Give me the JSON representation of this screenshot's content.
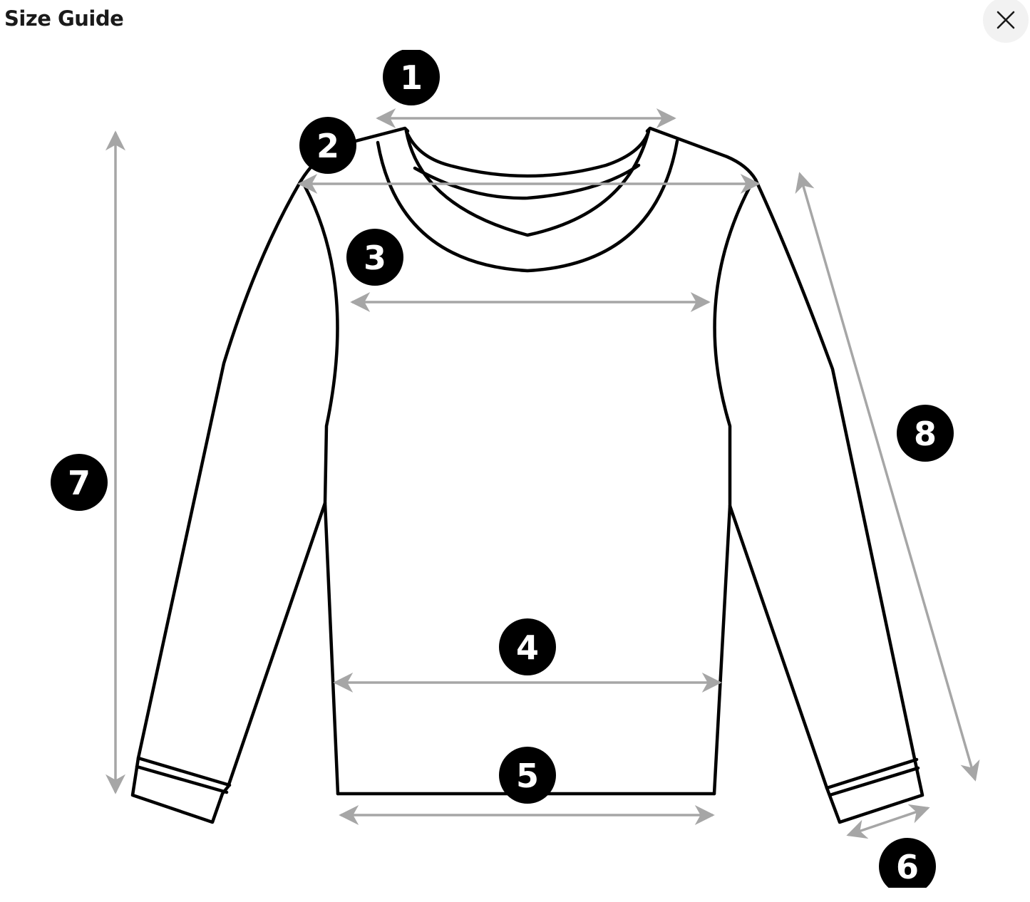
{
  "modal": {
    "title": "Size Guide",
    "close_icon": "close-icon"
  },
  "diagram": {
    "subject": "long-sleeve crewneck sweater outline",
    "line_color": "#000000",
    "arrow_color": "#a6a6a6",
    "badge_bg": "#000000",
    "badge_fg": "#ffffff",
    "markers": [
      {
        "id": 1,
        "label": "1",
        "measurement": "collar width"
      },
      {
        "id": 2,
        "label": "2",
        "measurement": "shoulder width"
      },
      {
        "id": 3,
        "label": "3",
        "measurement": "chest width"
      },
      {
        "id": 4,
        "label": "4",
        "measurement": "waist width"
      },
      {
        "id": 5,
        "label": "5",
        "measurement": "hem width"
      },
      {
        "id": 6,
        "label": "6",
        "measurement": "cuff width"
      },
      {
        "id": 7,
        "label": "7",
        "measurement": "body length"
      },
      {
        "id": 8,
        "label": "8",
        "measurement": "sleeve length"
      }
    ]
  }
}
